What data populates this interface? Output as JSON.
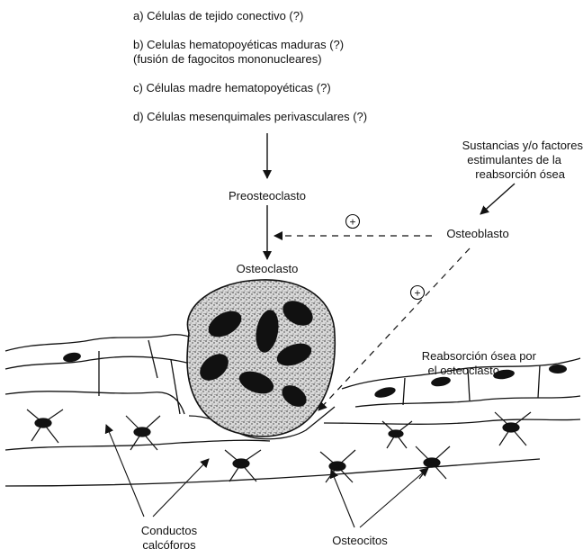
{
  "origins": {
    "a": "a) Células de tejido conectivo (?)",
    "b_line1": "b) Celulas hematopoyéticas maduras (?)",
    "b_line2": "(fusión de fagocitos mononucleares)",
    "c": "c) Células madre hematopoyéticas (?)",
    "d": "d) Células mesenquimales perivasculares (?)"
  },
  "stimulus_label": {
    "line1": "Sustancias y/o factores",
    "line2": "estimulantes de la",
    "line3": "reabsorción ósea"
  },
  "cells": {
    "preosteoclast": "Preosteoclasto",
    "osteoblast": "Osteoblasto",
    "osteoclast": "Osteoclasto"
  },
  "plus_sign": "+",
  "resorption_label": {
    "line1": "Reabsorción ósea por",
    "line2": "el osteoclasto"
  },
  "canaliculi_label": {
    "line1": "Conductos",
    "line2": "calcóforos"
  },
  "osteocytes_label": "Osteocitos"
}
